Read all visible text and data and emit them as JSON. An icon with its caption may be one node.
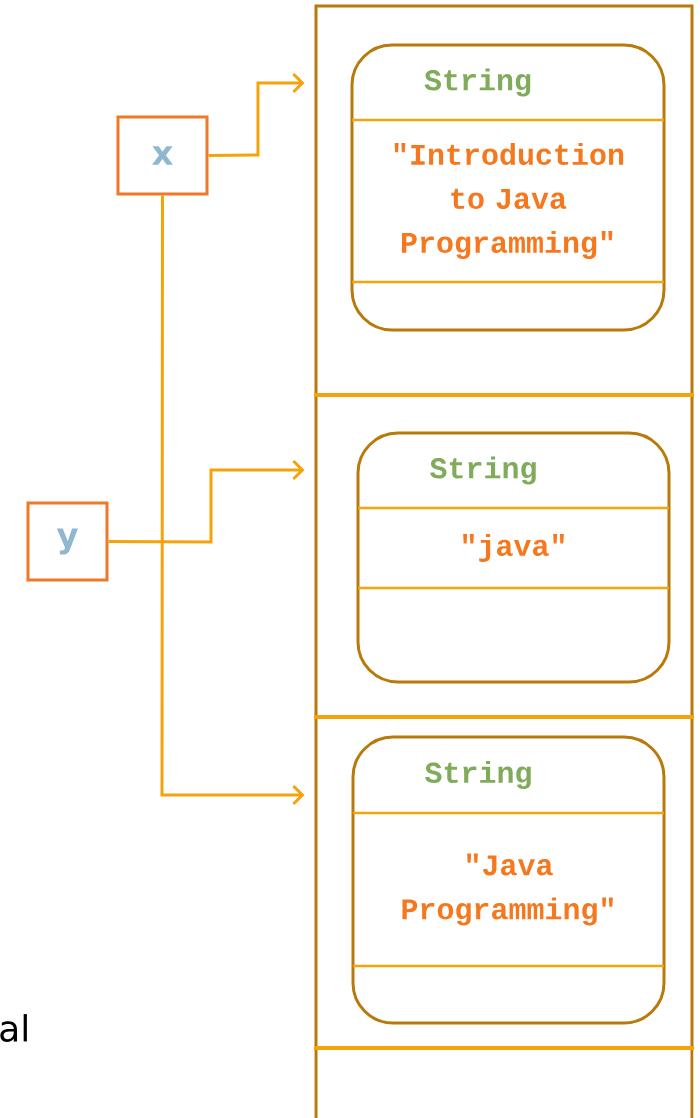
{
  "diagram": {
    "nodes": [
      {
        "text": [
          "x"
        ]
      },
      {
        "text": [
          "y"
        ]
      },
      {
        "text": [],
        "shape": "box"
      },
      {
        "text": [
          "String",
          "\"Introduction to Java Programming\""
        ],
        "in": 2
      },
      {
        "text": [],
        "shape": "box"
      },
      {
        "text": [
          "String",
          "\"java\""
        ],
        "in": 4
      },
      {
        "text": [],
        "shape": "box"
      },
      {
        "text": [
          "String",
          "\"Java Programming\""
        ],
        "in": 6
      }
    ],
    "edges": [
      {
        "from": 0,
        "to": 2,
        "arrow": "to"
      },
      {
        "from": 1,
        "to": 4,
        "arrow": "to"
      },
      {
        "from": 0,
        "to": 6,
        "arrow": "to"
      }
    ],
    "labels": [
      "al"
    ]
  }
}
